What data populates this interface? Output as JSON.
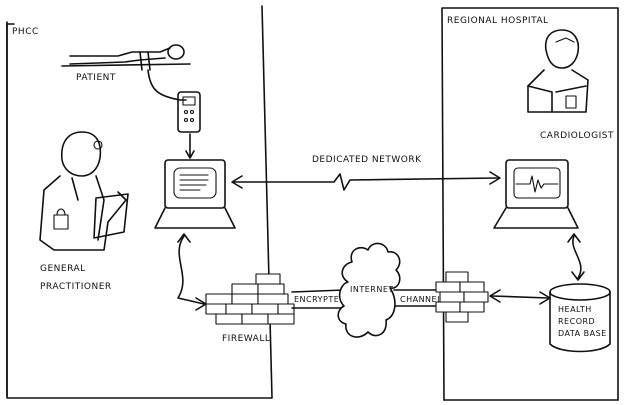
{
  "diagram": {
    "zones": {
      "left": "PHCC",
      "right": "REGIONAL HOSPITAL"
    },
    "labels": {
      "patient": "PATIENT",
      "gp_line1": "GENERAL",
      "gp_line2": "PRACTITIONER",
      "cardiologist": "CARDIOLOGIST",
      "dedicated_network": "DEDICATED NETWORK",
      "firewall": "FIREWALL",
      "encrypted": "ENCRYPTED",
      "internet": "INTERNET",
      "channel": "CHANNEL",
      "db_line1": "HEALTH",
      "db_line2": "RECORD",
      "db_line3": "DATA BASE"
    }
  }
}
